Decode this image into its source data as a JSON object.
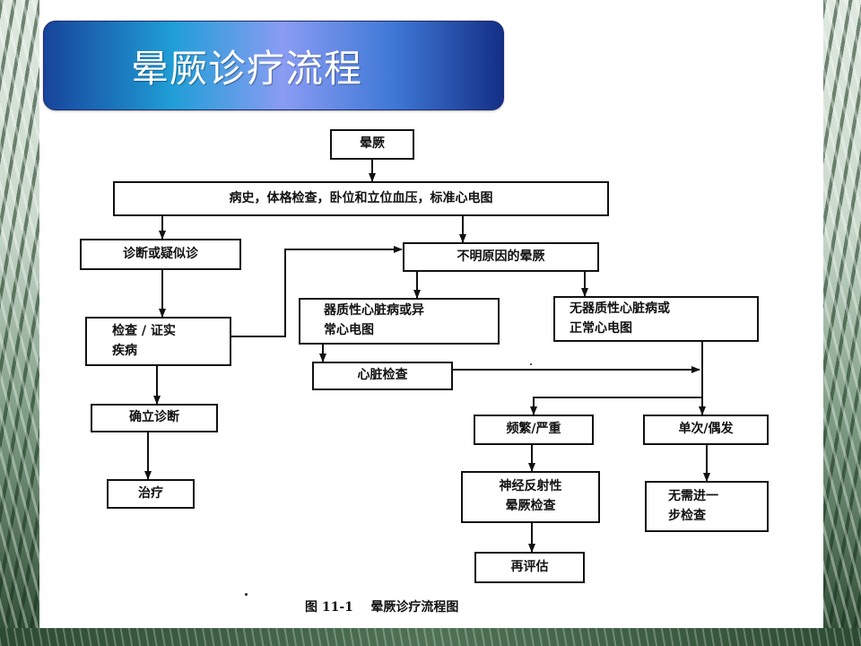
{
  "slide": {
    "title": "晕厥诊疗流程"
  },
  "flowchart": {
    "nodes": {
      "syncope": "晕厥",
      "history": "病史，体格检查，卧位和立位血压，标准心电图",
      "diagnosis_suspected": "诊断或疑似诊",
      "unknown_cause": "不明原因的晕厥",
      "check_confirm": "检查 / 证实\n疾病",
      "organic_heart": "器质性心脏病或异\n常心电图",
      "no_organic_heart": "无器质性心脏病或\n正常心电图",
      "heart_exam": "心脏检查",
      "confirm_diagnosis": "确立诊断",
      "frequent_severe": "频繁/严重",
      "single_occasional": "单次/偶发",
      "treatment": "治疗",
      "neural_reflex_exam": "神经反射性\n晕厥检查",
      "no_further_exam": "无需进一\n步检查",
      "reevaluate": "再评估"
    },
    "caption": "图 11-1    晕厥诊疗流程图"
  }
}
